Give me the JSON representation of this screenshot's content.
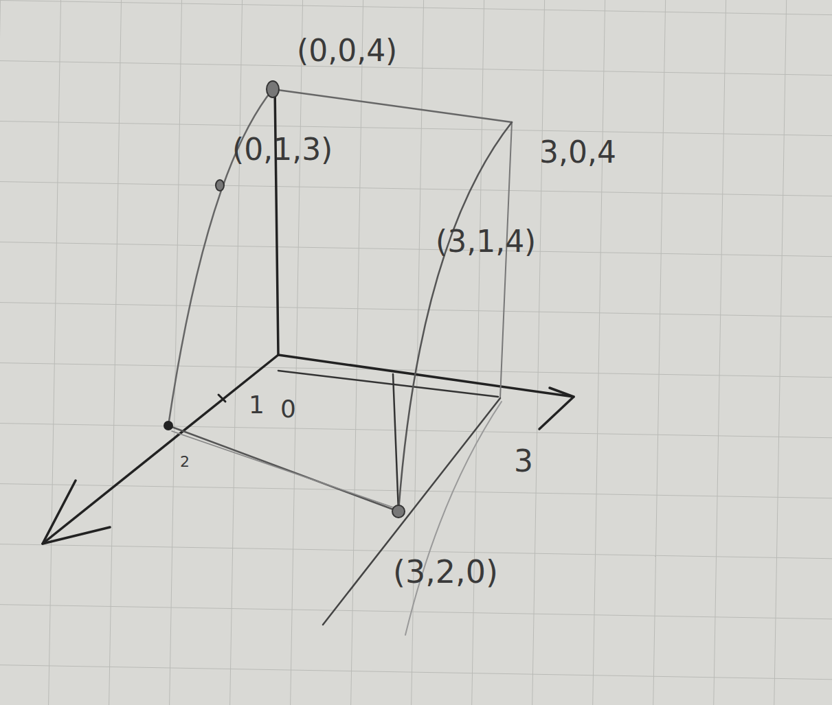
{
  "diagram": {
    "labels": [
      "(0,0,4)",
      "(0,1,3)",
      "3,0,4",
      "(3,1,4)",
      "1",
      "0",
      "3",
      "2",
      "(3,2,0)"
    ]
  }
}
